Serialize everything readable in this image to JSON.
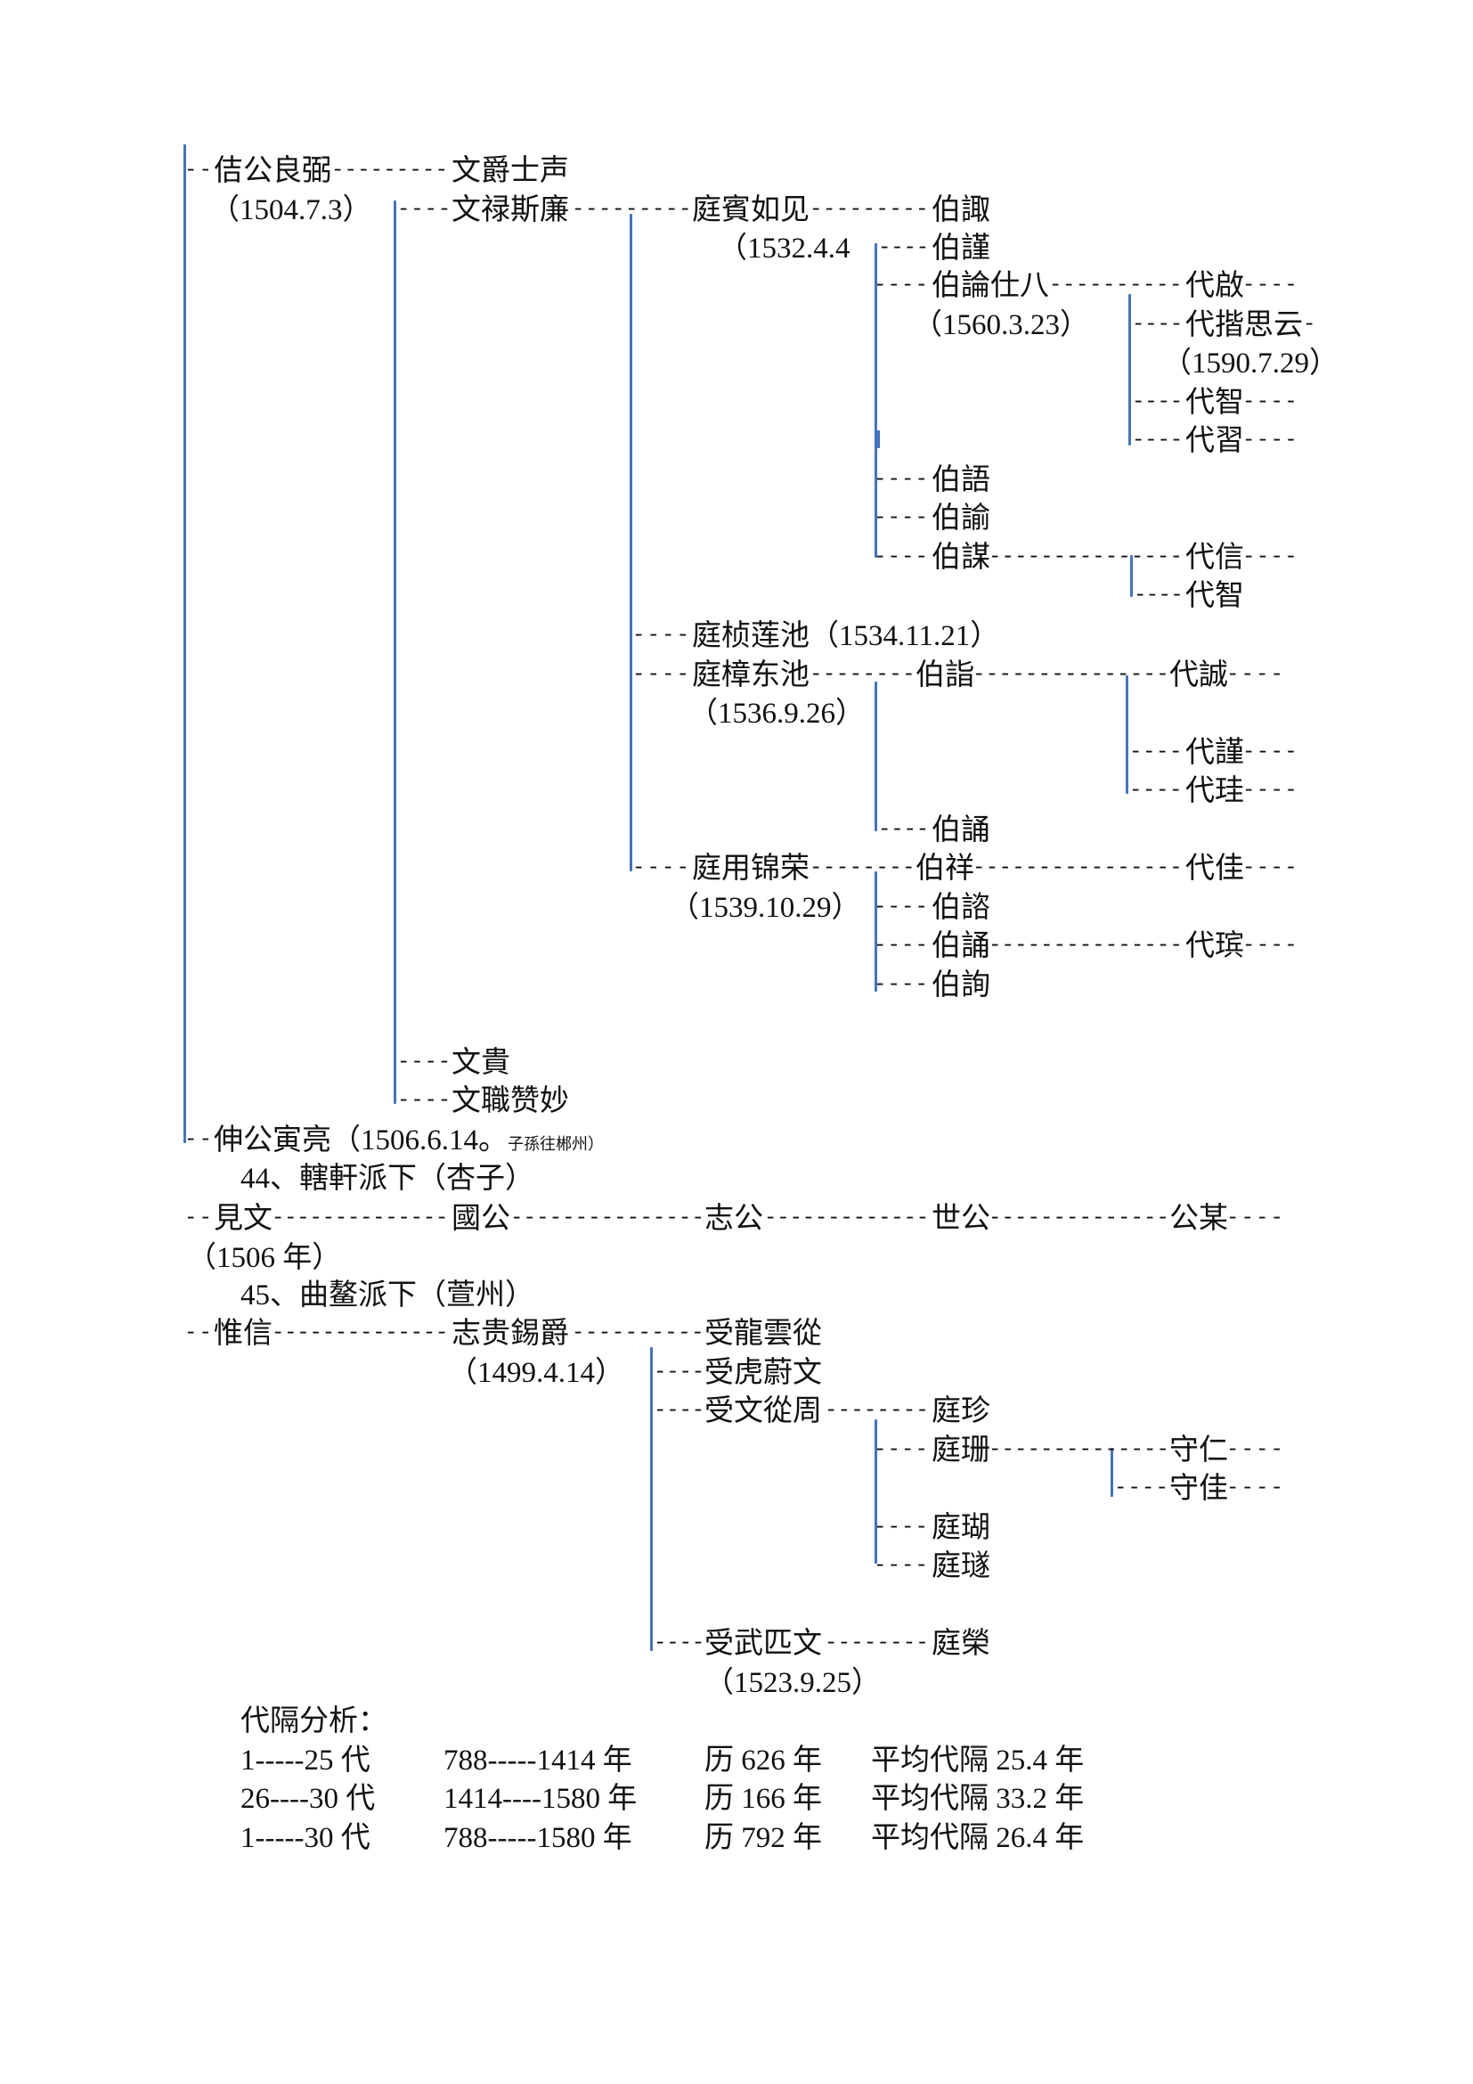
{
  "colors": {
    "text": "#111111",
    "connector": "#4472c4",
    "background": "#ffffff"
  },
  "tree": [
    [
      "--",
      "佶公良弼",
      "---------",
      "文爵士声"
    ],
    [
      "（1504.7.3）",
      "----",
      "文禄斯廉",
      "---------",
      "庭賓如见",
      "---------",
      "伯諏"
    ],
    [
      "（1532.4.4",
      "----",
      "伯謹"
    ],
    [
      "----",
      "伯論仕八",
      "----------",
      "代啟",
      "----"
    ],
    [
      "（1560.3.23）",
      "----",
      "代揩思云",
      "-"
    ],
    [
      "（1590.7.29）"
    ],
    [
      "----",
      "代智",
      "----"
    ],
    [
      "----",
      "代習",
      "----"
    ],
    [
      "----",
      "伯語"
    ],
    [
      "----",
      "伯諭"
    ],
    [
      "----",
      "伯謀",
      "---------------",
      "代信",
      "----"
    ],
    [
      "----",
      "代智"
    ],
    [
      "----",
      "庭桢莲池",
      "（1534.11.21）"
    ],
    [
      "----",
      "庭樟东池",
      "--------",
      "伯詣",
      "---------------",
      "代誠",
      "----"
    ],
    [
      "（1536.9.26）"
    ],
    [
      "----",
      "代謹",
      "----"
    ],
    [
      "----",
      "代珪",
      "----"
    ],
    [
      "----",
      "伯誦"
    ],
    [
      "----",
      "庭用锦荣",
      "--------",
      "伯祥",
      "----------------",
      "代佳",
      "----"
    ],
    [
      "（1539.10.29）",
      "----",
      "伯諮"
    ],
    [
      "----",
      "伯誦",
      "---------------",
      "代瑸",
      "----"
    ],
    [
      "----",
      "伯詢"
    ],
    [
      "----",
      "文貴"
    ],
    [
      "----",
      "文職赞妙"
    ],
    [
      "--",
      "伸公寅亮",
      "（1506.6.14。",
      "子孫往郴州）"
    ]
  ],
  "section44": {
    "heading": "44、轄軒派下（杏子）",
    "rows": [
      [
        "--",
        "見文",
        "--------------",
        "國公",
        "---------------",
        "志公",
        "-------------",
        "世公",
        "--------------",
        "公某",
        "----"
      ],
      [
        "（1506 年）"
      ]
    ]
  },
  "section45": {
    "heading": "45、曲鳌派下（萱州）",
    "rows": [
      [
        "--",
        "惟信",
        "--------------",
        "志贵錫爵",
        "----------",
        "受龍雲從"
      ],
      [
        "（1499.4.14）",
        "----",
        "受虎蔚文"
      ],
      [
        "----",
        "受文從周",
        "--------",
        "庭珍"
      ],
      [
        "----",
        "庭珊",
        "--------------",
        "守仁",
        "----"
      ],
      [
        "----",
        "守佳",
        "----"
      ],
      [
        "----",
        "庭瑚"
      ],
      [
        "----",
        "庭璲"
      ],
      [
        "----",
        "受武匹文",
        "--------",
        "庭榮"
      ],
      [
        "（1523.9.25）"
      ]
    ]
  },
  "analysis": {
    "title": "代隔分析：",
    "rows": [
      [
        "1-----25 代",
        "788-----1414 年",
        "历 626 年",
        "平均代隔 25.4 年"
      ],
      [
        "26----30 代",
        "1414----1580 年",
        "历 166 年",
        "平均代隔 33.2 年"
      ],
      [
        "1-----30 代",
        "788-----1580 年",
        "历 792 年",
        "平均代隔 26.4 年"
      ]
    ]
  }
}
